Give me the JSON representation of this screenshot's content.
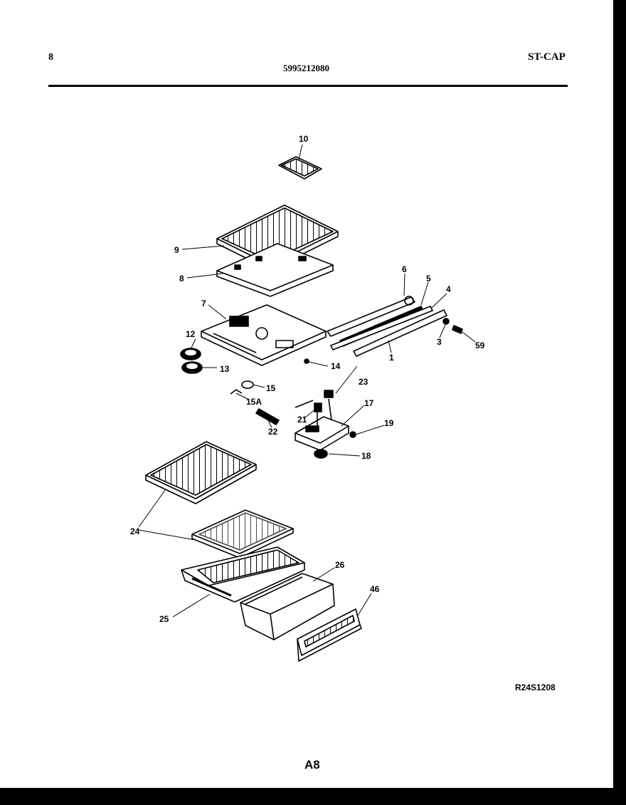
{
  "header": {
    "page_number": "8",
    "part_number": "5995212080",
    "model_code": "ST-CAP"
  },
  "diagram": {
    "callouts": [
      "10",
      "9",
      "8",
      "7",
      "12",
      "13",
      "14",
      "6",
      "5",
      "4",
      "3",
      "59",
      "1",
      "15",
      "15A",
      "22",
      "23",
      "21",
      "17",
      "19",
      "18",
      "24",
      "26",
      "46",
      "25"
    ]
  },
  "footer": {
    "diagram_code": "R24S1208",
    "page_id": "A8"
  }
}
